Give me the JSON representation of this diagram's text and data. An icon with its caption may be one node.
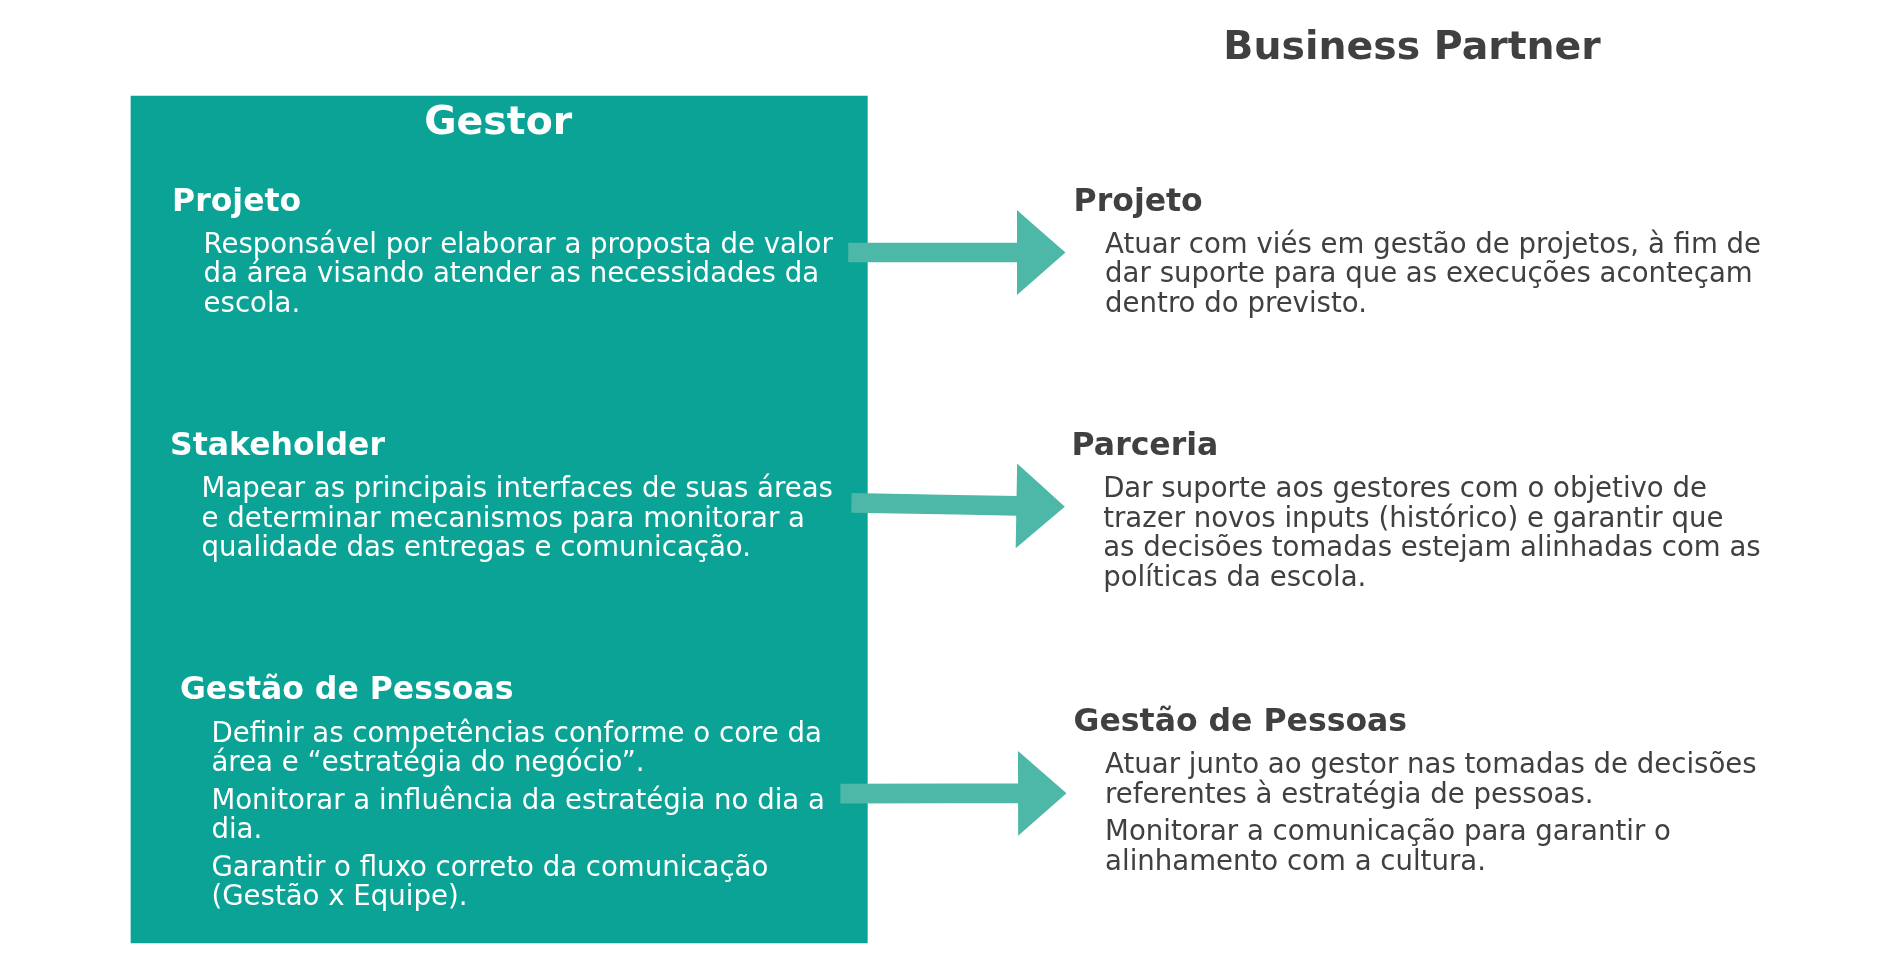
{
  "diagram": {
    "nodes": [
      {
        "text": [
          "Gestor"
        ]
      },
      {
        "text": [
          "Projeto",
          "Responsável por elaborar a proposta de valor da área visando atender as necessidades da escola."
        ],
        "in": 0
      },
      {
        "text": [
          "Stakeholder",
          "Mapear as principais interfaces de suas áreas e determinar mecanismos para monitorar a qualidade das entregas e comunicação."
        ],
        "in": 0
      },
      {
        "text": [
          "Gestão de Pessoas",
          "Definir as competências conforme o core da área e “estratégia do negócio”.",
          "Monitorar a influência da estratégia no dia a dia.",
          "Garantir o fluxo correto da comunicação (Gestão x Equipe)."
        ],
        "in": 0
      },
      {
        "text": [
          "Projeto",
          "Atuar com viés em gestão de projetos, à fim de dar suporte para que as execuções aconteçam dentro do previsto."
        ]
      },
      {
        "text": [
          "Parceria",
          "Dar suporte aos gestores com o objetivo de trazer novos inputs (histórico) e garantir que as decisões tomadas estejam alinhadas com as políticas da escola."
        ]
      },
      {
        "text": [
          "Gestão de Pessoas",
          "Atuar junto ao gestor nas tomadas de decisões referentes à estratégia de pessoas.",
          "Monitorar a comunicação para garantir o alinhamento com a cultura."
        ]
      }
    ],
    "edges": [
      {
        "from": 1,
        "to": 4,
        "arrow": "to"
      },
      {
        "from": 2,
        "to": 5,
        "arrow": "to"
      },
      {
        "from": 3,
        "to": 6,
        "arrow": "to"
      }
    ],
    "labels": [
      "Business Partner"
    ]
  }
}
